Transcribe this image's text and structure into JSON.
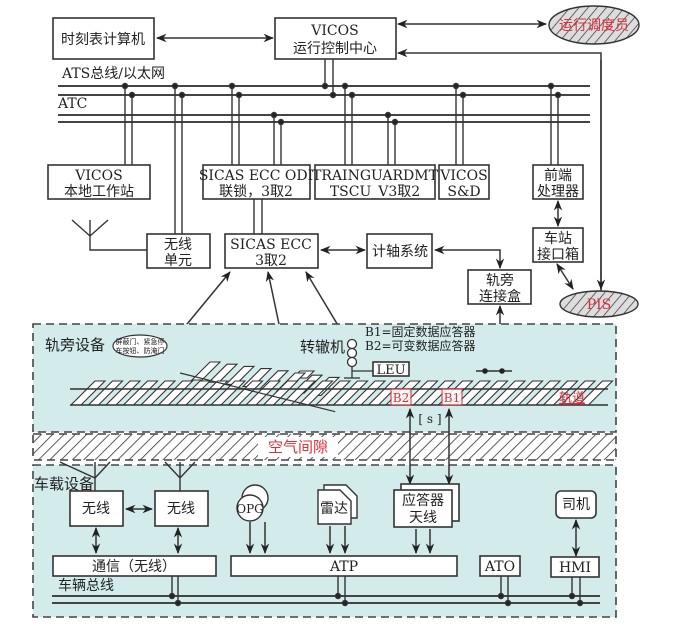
{
  "diagram": {
    "top": {
      "timetable_computer": "时刻表计算机",
      "vicos_occ_line1": "VICOS",
      "vicos_occ_line2": "运行控制中心",
      "dispatcher": "运行调度员",
      "ats_bus_label": "ATS总线/以太网",
      "atc_bus_label": "ATC"
    },
    "subsystems": {
      "vicos_local_line1": "VICOS",
      "vicos_local_line2": "本地工作站",
      "sicas_odi_line1": "SICAS ECC ODI",
      "sicas_odi_line2": "联锁，3取2",
      "trainguard_line1": "TRAINGUARDMT",
      "trainguard_line2": "TSCU_V3取2",
      "vicos_sd_line1": "VICOS",
      "vicos_sd_line2": "S&D",
      "frontend_line1": "前端",
      "frontend_line2": "处理器",
      "radio_unit_line1": "无线",
      "radio_unit_line2": "单元",
      "sicas_ecc_line1": "SICAS ECC",
      "sicas_ecc_line2": "3取2",
      "axle_counter": "计轴系统",
      "station_box_line1": "车站",
      "station_box_line2": "接口箱",
      "trackside_box_line1": "轨旁",
      "trackside_box_line2": "连接盒",
      "pis": "PIS"
    },
    "trackside": {
      "zone_label": "轨旁设备",
      "psd_line1": "屏蔽门、紧急停",
      "psd_line2": "车按钮、防淹门",
      "point_machine": "转辙机",
      "legend_b1": "B1=固定数据应答器",
      "legend_b2": "B2=可变数据应答器",
      "leu": "LEU",
      "b2": "B2",
      "b1": "B1",
      "track": "轨道",
      "distance": "[ s ]"
    },
    "air_gap": "空气间隙",
    "onboard": {
      "zone_label": "车载设备",
      "radio_1": "无线",
      "radio_2": "无线",
      "opg": "OPG",
      "radar": "雷达",
      "antenna_line1": "应答器",
      "antenna_line2": "天线",
      "driver": "司机",
      "comm": "通信（无线）",
      "atp": "ATP",
      "ato": "ATO",
      "hmi": "HMI",
      "vehicle_bus": "车辆总线"
    }
  }
}
